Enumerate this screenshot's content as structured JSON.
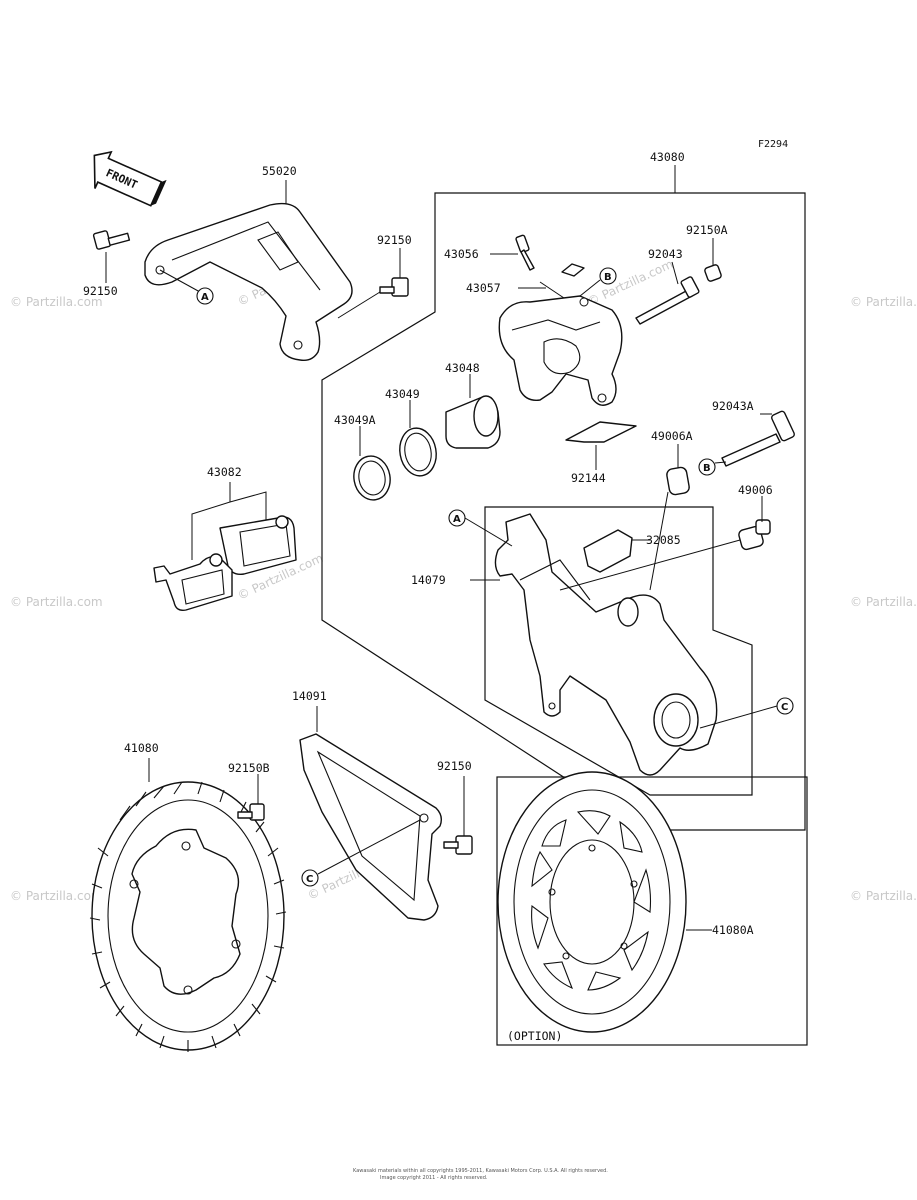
{
  "figure_code": "F2294",
  "front_label": "FRONT",
  "option_label": "(OPTION)",
  "watermark": "© Partzilla.com",
  "copyright": [
    "Kawasaki materials within all copyrights 1995-2011, Kawasaki Motors Corp. U.S.A. All rights reserved.",
    "Image copyright 2011 - All rights reserved."
  ],
  "callouts": [
    "A",
    "B",
    "C"
  ],
  "parts": {
    "p55020": "55020",
    "p43080": "43080",
    "p92150_tl": "92150",
    "p92150_top": "92150",
    "p92150a": "92150A",
    "p43056": "43056",
    "p92043": "92043",
    "p43057": "43057",
    "p43048": "43048",
    "p43049": "43049",
    "p43049a": "43049A",
    "p92043a": "92043A",
    "p49006a": "49006A",
    "p92144": "92144",
    "p43082": "43082",
    "p49006": "49006",
    "p32085": "32085",
    "p14079": "14079",
    "p14091": "14091",
    "p92150_mid": "92150",
    "p41080": "41080",
    "p92150b": "92150B",
    "p41080a": "41080A"
  }
}
